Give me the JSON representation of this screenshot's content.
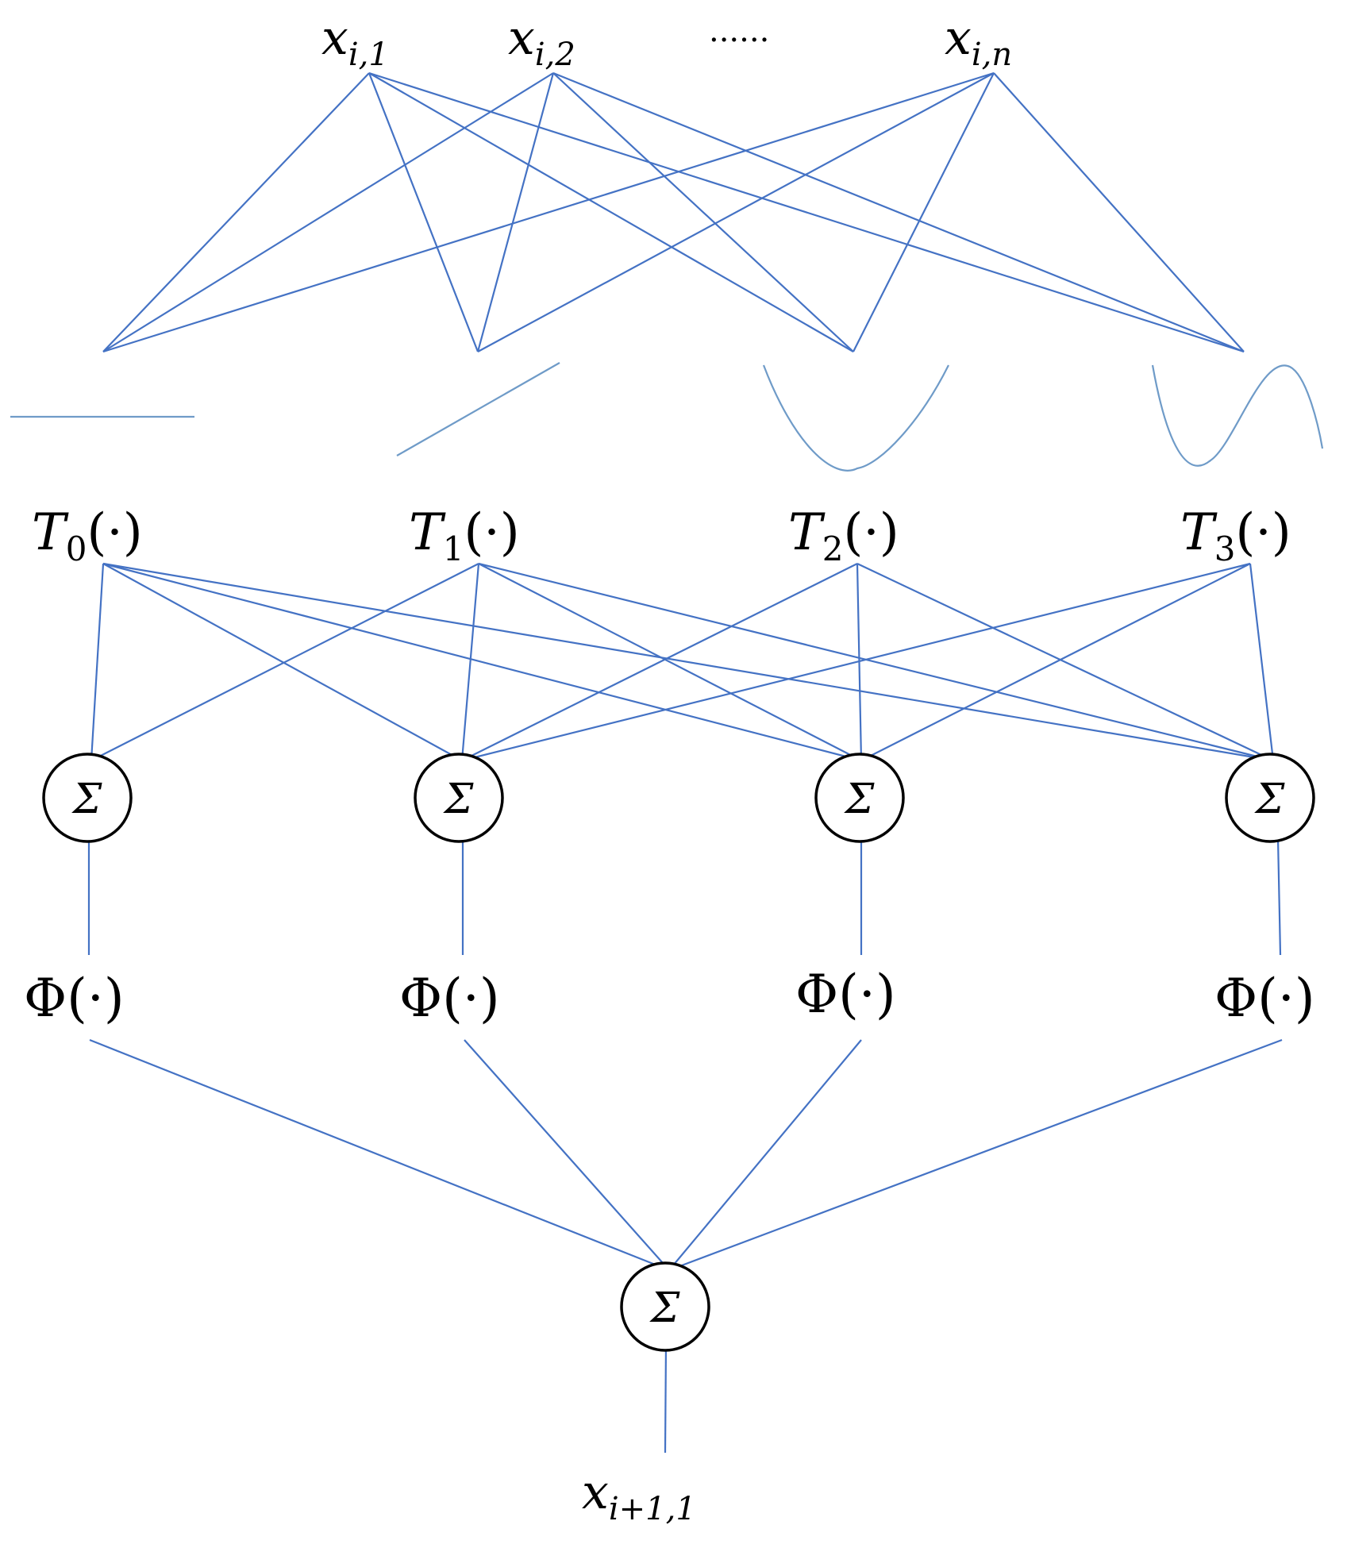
{
  "inputs": [
    {
      "base": "x",
      "sub": "i,1"
    },
    {
      "base": "x",
      "sub": "i,2"
    },
    {
      "base": "x",
      "sub": "i,n"
    }
  ],
  "input_ellipsis": "......",
  "basis_functions": [
    {
      "base": "T",
      "sub": "0",
      "arg": "(·)"
    },
    {
      "base": "T",
      "sub": "1",
      "arg": "(·)"
    },
    {
      "base": "T",
      "sub": "2",
      "arg": "(·)"
    },
    {
      "base": "T",
      "sub": "3",
      "arg": "(·)"
    }
  ],
  "sum_symbol": "Σ",
  "activations": [
    {
      "label": "Φ(·)"
    },
    {
      "label": "Φ(·)"
    },
    {
      "label": "Φ(·)"
    },
    {
      "label": "Φ(·)"
    }
  ],
  "output": {
    "base": "x",
    "sub": "i+1,1"
  },
  "colors": {
    "edge": "#4472c4",
    "curve": "#6f9bc8",
    "node_stroke": "#000000"
  }
}
